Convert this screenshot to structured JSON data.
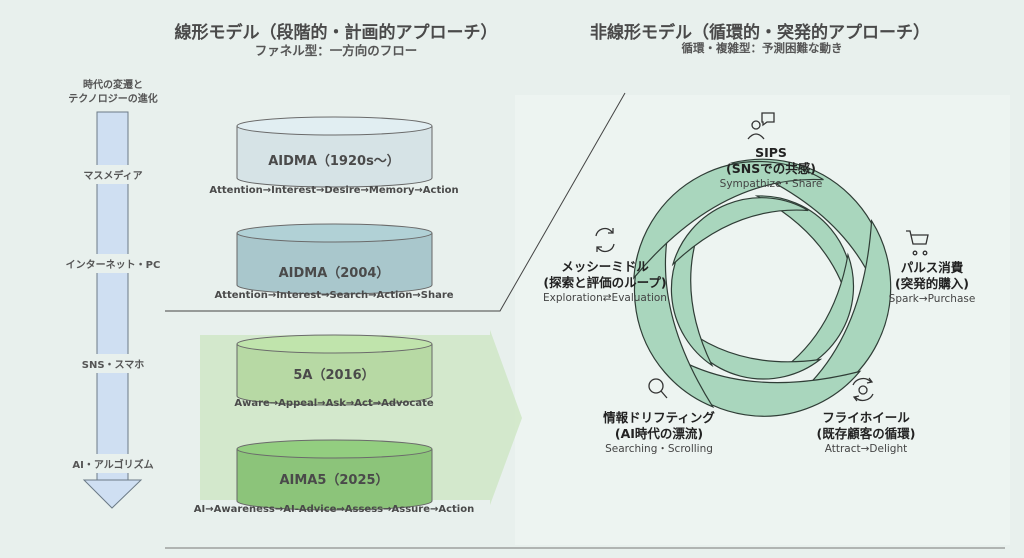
{
  "linear": {
    "title": "線形モデル（段階的・計画的アプローチ）",
    "subtitle": "ファネル型：一方向のフロー",
    "timeline": {
      "heading_line1": "時代の変遷と",
      "heading_line2": "テクノロジーの進化",
      "eras": [
        "マスメディア",
        "インターネット・PC",
        "SNS・スマホ",
        "AI・アルゴリズム"
      ]
    },
    "models": [
      {
        "name": "AIDMA（1920s～）",
        "flow": "Attention→Interest→Desire→Memory→Action",
        "color": "#d6e3e6"
      },
      {
        "name": "AIDMA（2004）",
        "flow": "Attention→Interest→Search→Action→Share",
        "color": "#a9c7cc"
      },
      {
        "name": "5A（2016）",
        "flow": "Aware→Appeal→Ask→Act→Advocate",
        "color": "#b7d9a4"
      },
      {
        "name": "AIMA5（2025）",
        "flow": "AI→Awareness→AI-Advice→Assess→Assure→Action",
        "color": "#8cc47a"
      }
    ]
  },
  "nonlinear": {
    "title": "非線形モデル（循環的・突発的アプローチ）",
    "subtitle": "循環・複雑型：予測困難な動き",
    "nodes": [
      {
        "icon": "person-chat-icon",
        "title": "SIPS",
        "sub": "(SNSでの共感)",
        "en": "Sympathize・Share"
      },
      {
        "icon": "cart-icon",
        "title": "パルス消費",
        "sub": "(突発的購入)",
        "en": "Spark→Purchase"
      },
      {
        "icon": "cycle-icon",
        "title": "フライホイール",
        "sub": "(既存顧客の循環)",
        "en": "Attract→Delight"
      },
      {
        "icon": "search-icon",
        "title": "情報ドリフティング",
        "sub": "(AI時代の漂流)",
        "en": "Searching・Scrolling"
      },
      {
        "icon": "refresh-icon",
        "title": "メッシーミドル",
        "sub": "(探索と評価のループ)",
        "en": "Exploration⇄Evaluation"
      }
    ],
    "spiral_color": "#a9d6bd"
  }
}
